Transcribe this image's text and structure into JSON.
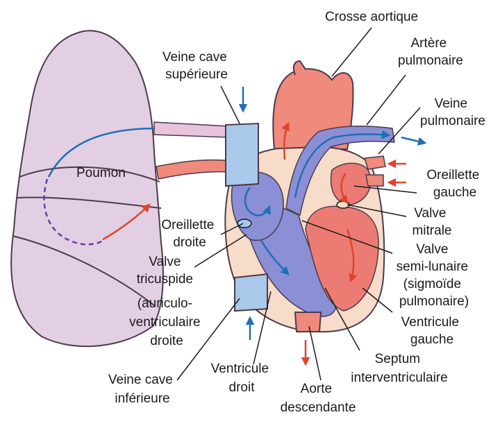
{
  "colors": {
    "lung_fill": "#e3cfe3",
    "lung_stroke": "#4a3a4a",
    "oxygenated": "#ef8a7c",
    "oxygenated_dark": "#e35a4a",
    "deoxygenated": "#a9c8ea",
    "deoxy_dark": "#1f6fb5",
    "chamber_blue": "#8b8fd6",
    "chamber_red": "#ec7c73",
    "wall": "#f6dcc9",
    "flow_blue": "#1f6fb5",
    "flow_red": "#e0442e",
    "dashed": "#6a3d9a"
  },
  "labels": {
    "crosse_aortique": "Crosse aortique",
    "artere_pulmonaire": [
      "Artère",
      "pulmonaire"
    ],
    "veine_pulmonaire": [
      "Veine",
      "pulmonaire"
    ],
    "veine_cave_sup": [
      "Veine cave",
      "supérieure"
    ],
    "poumon": "Poumon",
    "oreillette_gauche": [
      "Oreillette",
      "gauche"
    ],
    "valve_mitrale": [
      "Valve",
      "mitrale"
    ],
    "oreillette_droite": [
      "Oreillette",
      "droite"
    ],
    "valve_semi_lunaire": [
      "Valve",
      "semi-lunaire",
      "(sigmoïde",
      "pulmonaire)"
    ],
    "valve_tricuspide": [
      "Valve",
      "tricuspide",
      "(auriculo-",
      "ventriculaire",
      "droite"
    ],
    "ventricule_gauche": [
      "Ventricule",
      "gauche"
    ],
    "septum": [
      "Septum",
      "interventriculaire"
    ],
    "veine_cave_inf": [
      "Veine cave",
      "inférieure"
    ],
    "ventricule_droit": [
      "Ventricule",
      "droit"
    ],
    "aorte_descendante": [
      "Aorte",
      "descendante"
    ]
  }
}
